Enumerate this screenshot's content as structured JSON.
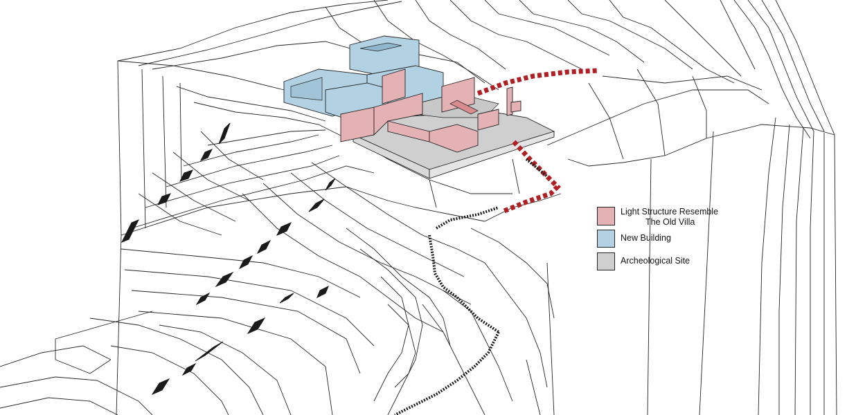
{
  "legend": {
    "items": [
      {
        "label": "Light Structure Resemble",
        "label_line2": "The Old Villa",
        "color": "#e4b2b4"
      },
      {
        "label": "New Building",
        "color": "#b2d2e4"
      },
      {
        "label": "Archeological Site",
        "color": "#cfcfcf"
      }
    ]
  },
  "colors": {
    "line": "#222222",
    "path_marker": "#b01f24",
    "stairs": "#1a1a1a"
  }
}
